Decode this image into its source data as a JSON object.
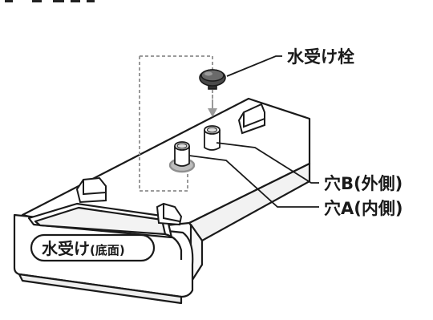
{
  "labels": {
    "plug": "水受け栓",
    "hole_b": "穴B(外側)",
    "hole_a": "穴A(内側)",
    "tray_main": "水受け",
    "tray_sub": "(底面)"
  }
}
